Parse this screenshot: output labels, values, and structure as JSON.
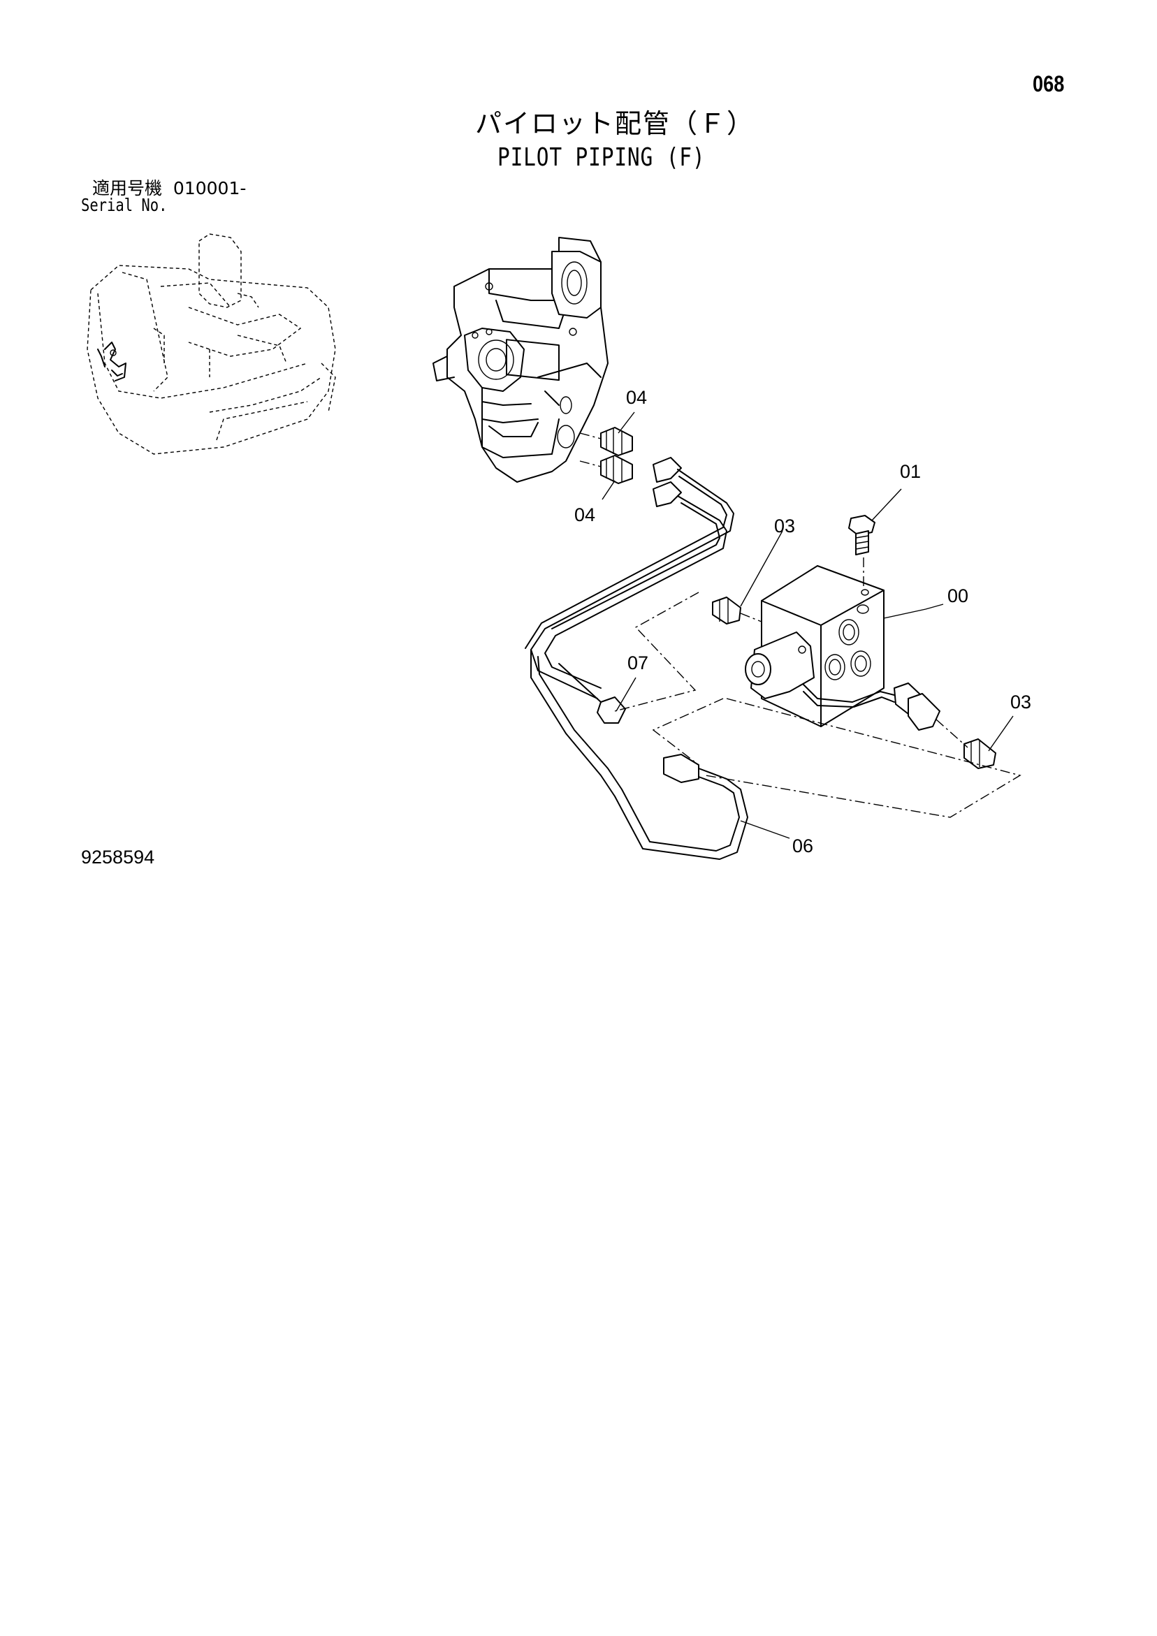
{
  "page_number": "068",
  "title_ja": "パイロット配管（Ｆ）",
  "title_en": "PILOT PIPING (F)",
  "serial_label_ja": "適用号機",
  "serial_value": "010001-",
  "serial_label_en": "Serial No.",
  "document_number": "9258594",
  "callouts": {
    "c00": "00",
    "c01": "01",
    "c03_left": "03",
    "c03_right": "03",
    "c04_top": "04",
    "c04_bottom": "04",
    "c06": "06",
    "c07": "07"
  }
}
